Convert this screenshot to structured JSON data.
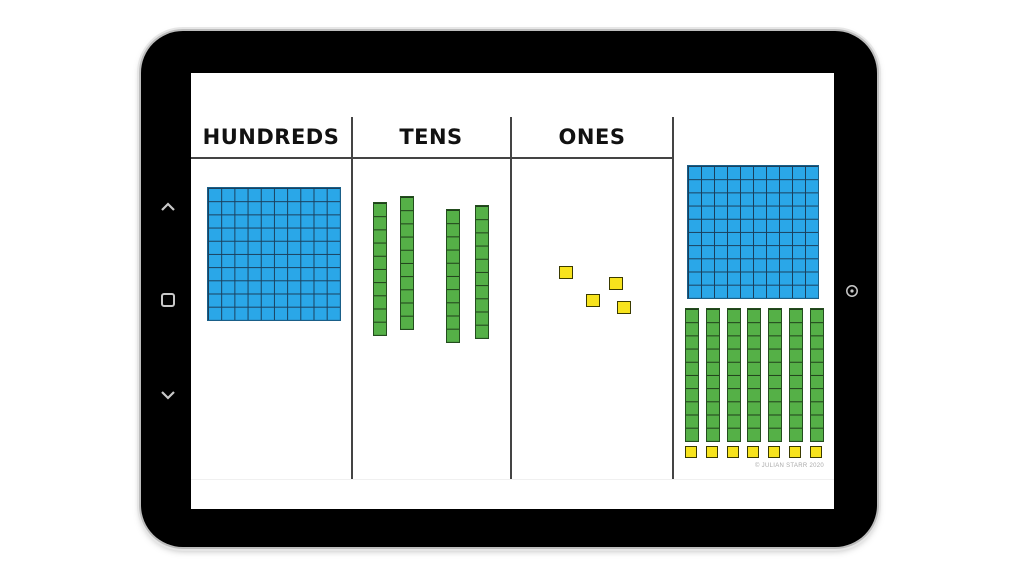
{
  "place_value_chart": {
    "headers": {
      "hundreds": "HUNDREDS",
      "tens": "TENS",
      "ones": "ONES"
    },
    "hundreds_count": 1,
    "tens_count": 4,
    "ones_count": 4
  },
  "total_model": {
    "hundreds_count": 1,
    "tens_count": 7,
    "ones_count": 7
  },
  "copyright": "© JULIAN STARR 2020",
  "device": {
    "icons": [
      "chevron-up-icon",
      "square-icon",
      "chevron-down-icon",
      "home-button-icon"
    ]
  },
  "colors": {
    "hundreds_flat": "#2aa7e8",
    "tens_rod": "#55b047",
    "ones_cube": "#f7e31d",
    "bezel": "#000000"
  }
}
